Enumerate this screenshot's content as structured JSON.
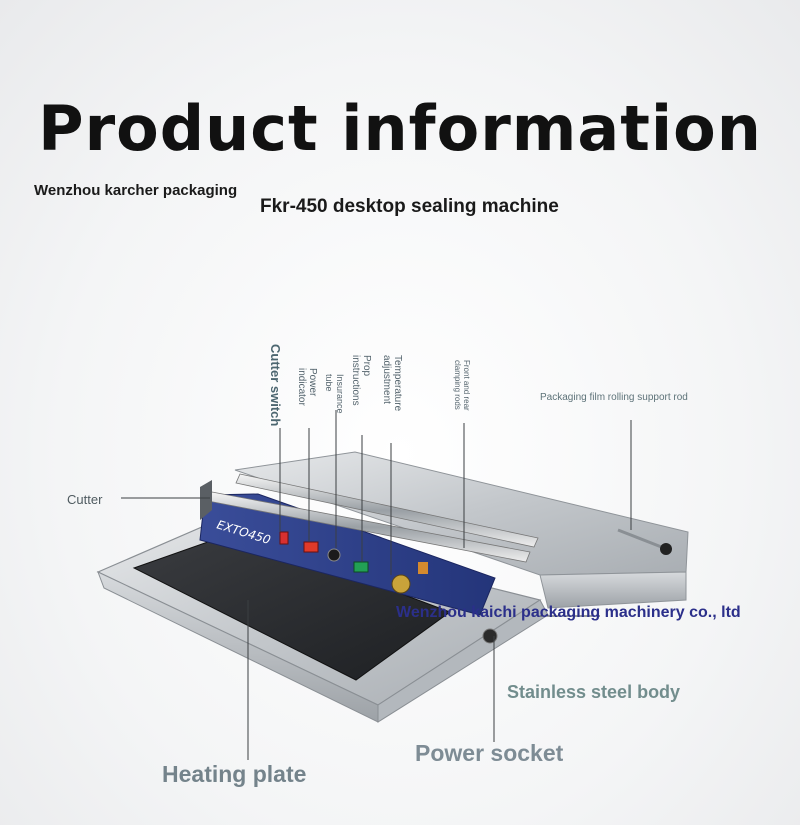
{
  "title": "Product information",
  "company_top": "Wenzhou karcher packaging",
  "model": "Fkr-450 desktop sealing machine",
  "machine_label": "EXTO450",
  "labels": {
    "cutter_switch": "Cutter switch",
    "power_indicator": "Power\nindicator",
    "insurance_tube": "Insurance\ntube",
    "prop_instructions": "Prop\ninstructions",
    "temperature_adjustment": "Temperature\nadjustment",
    "front_rear_clamping_rods": "Front and rear\nclamping rods",
    "support_rod": "Packaging film rolling support rod",
    "cutter": "Cutter",
    "stainless_body": "Stainless steel body",
    "power_socket": "Power socket",
    "heating_plate": "Heating plate"
  },
  "company_bottom": "Wenzhou kaichi packaging machinery co., ltd",
  "colors": {
    "panel_blue": "#2d3f86",
    "steel": "#c9ccd0",
    "heating_plate": "#2a2c30"
  }
}
